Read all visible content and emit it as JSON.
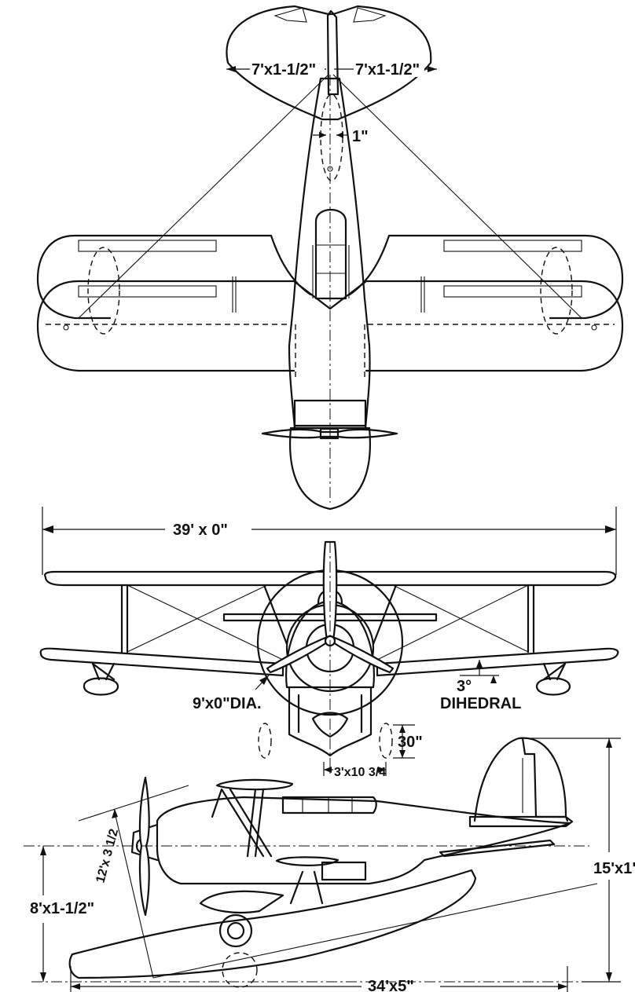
{
  "dimensions": {
    "tail_left": "7'x1-1/2\"",
    "tail_right": "7'x1-1/2\"",
    "fin_offset": "1\"",
    "span": "39' x 0\"",
    "propeller_dia": "9'x0\"DIA.",
    "dihedral_angle": "3°",
    "dihedral_label": "DIHEDRAL",
    "float_height": "30\"",
    "float_gap": "3'x10 3/4",
    "prop_clearance": "12'x 3 1/2",
    "height_to_thrustline": "8'x1-1/2\"",
    "overall_height": "15'x1\"",
    "overall_length": "34'x5\""
  }
}
